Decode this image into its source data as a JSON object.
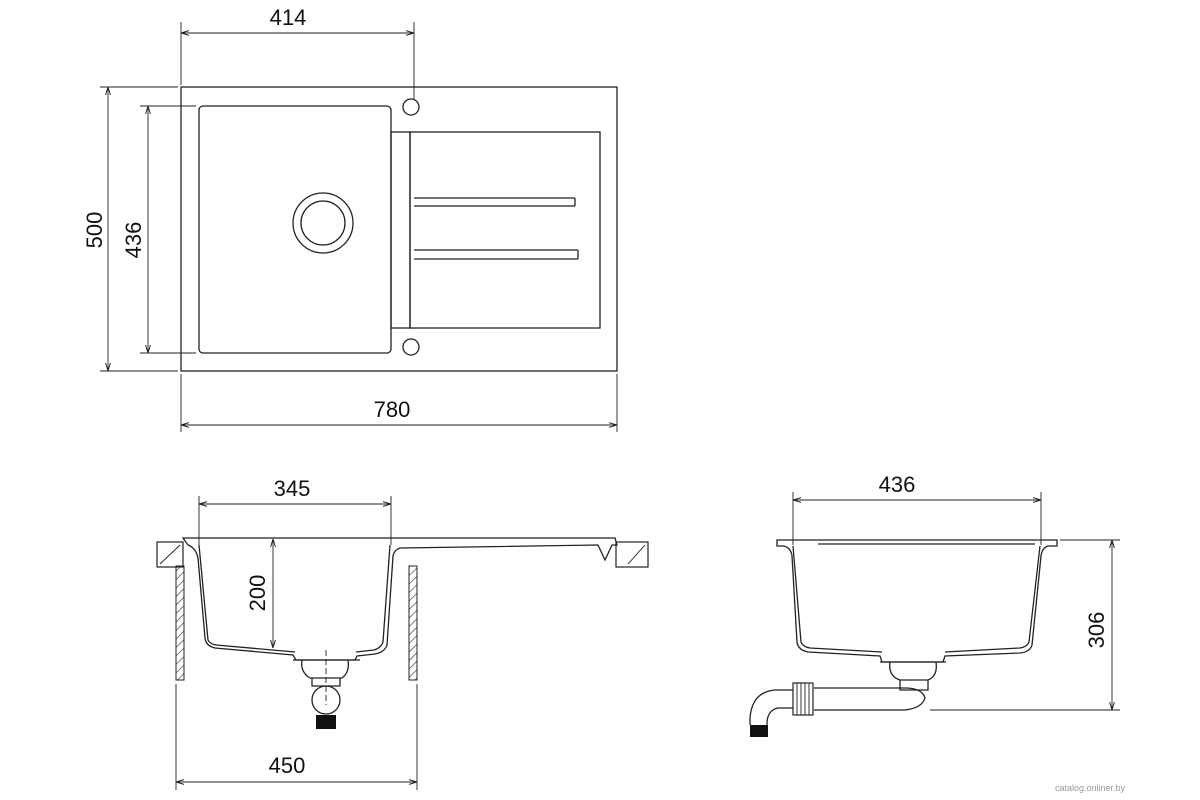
{
  "top_view": {
    "dim_bowl_width": "414",
    "dim_total_depth": "500",
    "dim_bowl_depth": "436",
    "dim_total_width": "780"
  },
  "front_section": {
    "dim_bowl_inner_width": "345",
    "dim_bowl_depth": "200",
    "dim_cabinet_width": "450"
  },
  "side_section": {
    "dim_bowl_length": "436",
    "dim_total_height": "306"
  },
  "watermark": "catalog.onliner.by"
}
